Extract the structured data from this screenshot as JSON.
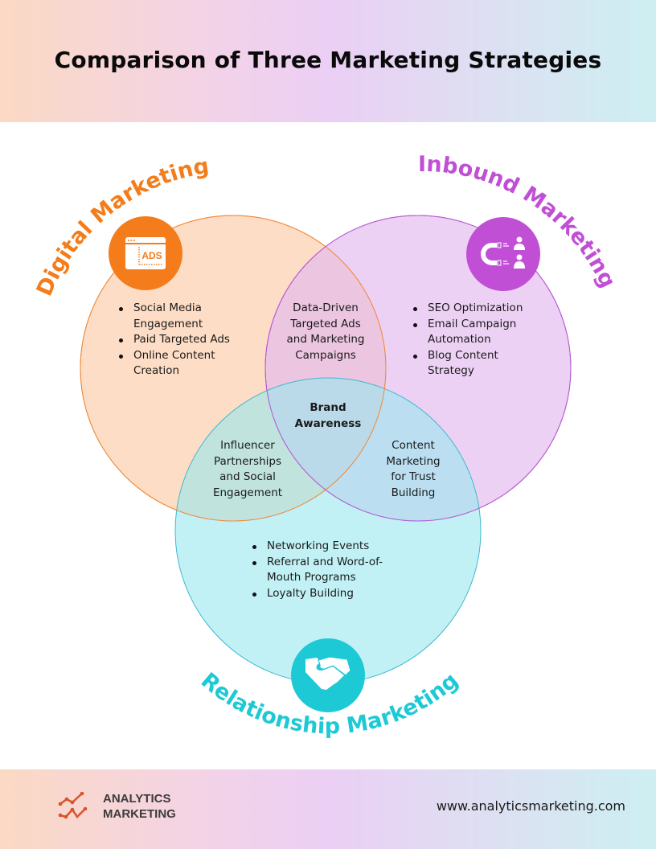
{
  "header": {
    "title": "Comparison of Three Marketing Strategies"
  },
  "colors": {
    "digital": "#f57c1a",
    "inbound": "#c04fd6",
    "relationship": "#1ec9d6",
    "digital_fill": "#fdd9bf",
    "inbound_fill": "#edcff5",
    "relationship_fill": "#bff2f4"
  },
  "circles": {
    "digital": {
      "label": "Digital Marketing",
      "icon": "ads-browser-icon",
      "icon_text": "ADS",
      "items": [
        "Social Media Engagement",
        "Paid Targeted Ads",
        "Online Content Creation"
      ]
    },
    "inbound": {
      "label": "Inbound Marketing",
      "icon": "magnet-people-icon",
      "items": [
        "SEO Optimization",
        "Email Campaign Automation",
        "Blog Content Strategy"
      ]
    },
    "relationship": {
      "label": "Relationship Marketing",
      "icon": "handshake-icon",
      "items": [
        "Networking Events",
        "Referral and Word-of-Mouth Programs",
        "Loyalty Building"
      ]
    }
  },
  "overlaps": {
    "digital_inbound": "Data-Driven\nTargeted Ads\nand Marketing\nCampaigns",
    "digital_relationship": "Influencer\nPartnerships\nand Social\nEngagement",
    "inbound_relationship": "Content\nMarketing\nfor Trust\nBuilding",
    "all_three": "Brand\nAwareness"
  },
  "footer": {
    "brand_name": "ANALYTICS\nMARKETING",
    "brand_icon": "trend-lines-icon",
    "website": "www.analyticsmarketing.com"
  }
}
